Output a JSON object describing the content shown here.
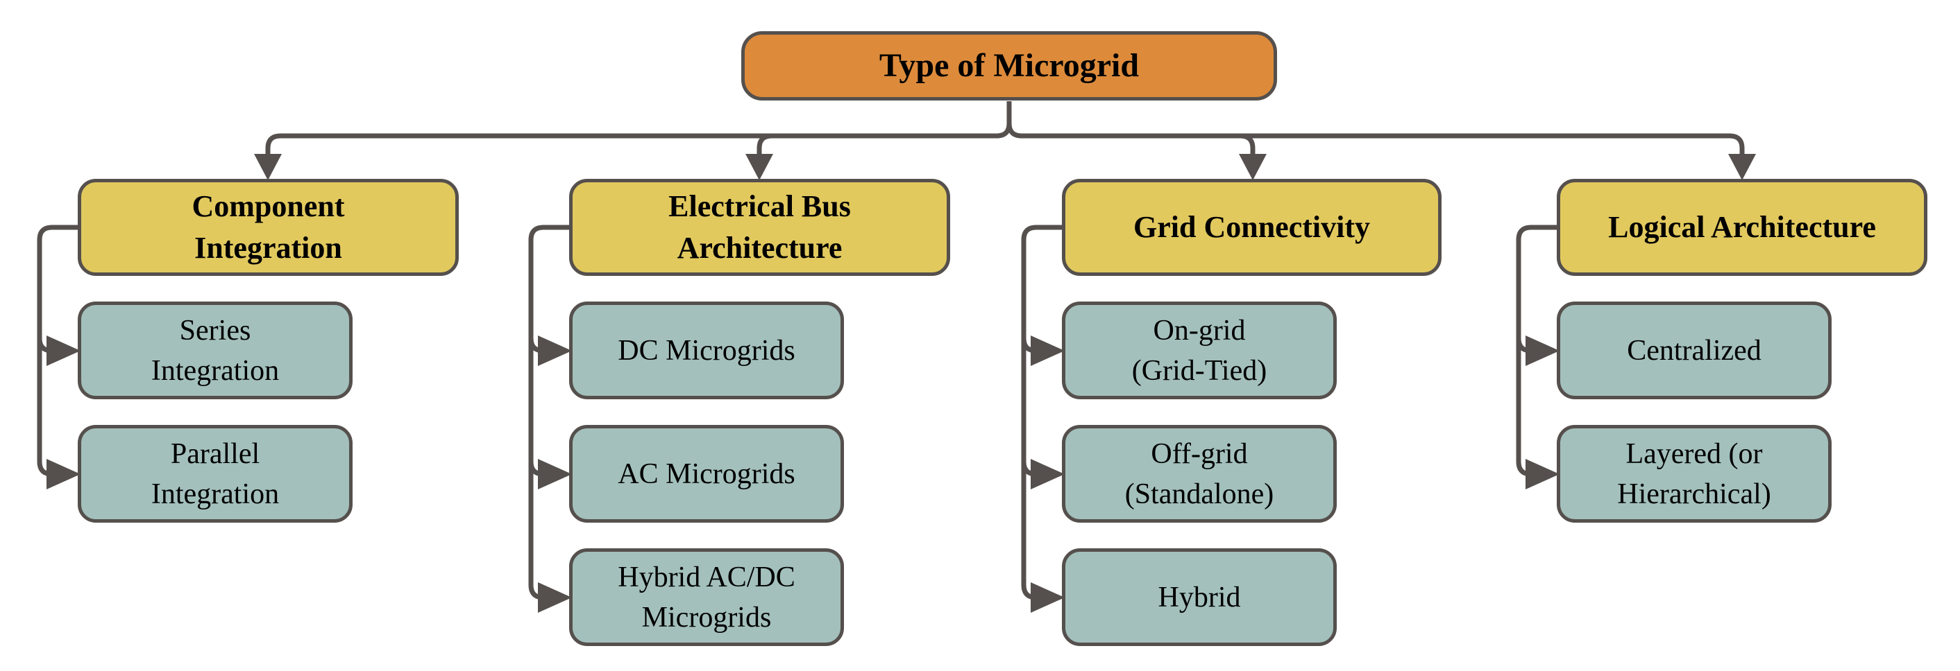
{
  "diagram": {
    "title": "Type of Microgrid",
    "root": {
      "label": "Type of Microgrid",
      "lines": [
        "Type of Microgrid"
      ]
    },
    "branches": [
      {
        "label": "Component Integration",
        "lines": [
          "Component",
          "Integration"
        ],
        "children": [
          {
            "label": "Series Integration",
            "lines": [
              "Series",
              "Integration"
            ]
          },
          {
            "label": "Parallel Integration",
            "lines": [
              "Parallel",
              "Integration"
            ]
          }
        ]
      },
      {
        "label": "Electrical Bus Architecture",
        "lines": [
          "Electrical Bus",
          "Architecture"
        ],
        "children": [
          {
            "label": "DC Microgrids",
            "lines": [
              "DC Microgrids"
            ]
          },
          {
            "label": "AC Microgrids",
            "lines": [
              "AC Microgrids"
            ]
          },
          {
            "label": "Hybrid AC/DC Microgrids",
            "lines": [
              "Hybrid AC/DC",
              "Microgrids"
            ]
          }
        ]
      },
      {
        "label": "Grid Connectivity",
        "lines": [
          "Grid Connectivity"
        ],
        "children": [
          {
            "label": "On-grid (Grid-Tied)",
            "lines": [
              "On-grid",
              "(Grid-Tied)"
            ]
          },
          {
            "label": "Off-grid (Standalone)",
            "lines": [
              "Off-grid",
              "(Standalone)"
            ]
          },
          {
            "label": "Hybrid",
            "lines": [
              "Hybrid"
            ]
          }
        ]
      },
      {
        "label": "Logical Architecture",
        "lines": [
          "Logical Architecture"
        ],
        "children": [
          {
            "label": "Centralized",
            "lines": [
              "Centralized"
            ]
          },
          {
            "label": "Layered (or Hierarchical)",
            "lines": [
              "Layered (or",
              "Hierarchical)"
            ]
          }
        ]
      }
    ],
    "colors": {
      "root_fill": "#DD8B3B",
      "category_fill": "#E2C95E",
      "child_fill": "#A3C0BC",
      "border": "#55504D",
      "connector": "#55504D",
      "text": "#000000"
    }
  }
}
